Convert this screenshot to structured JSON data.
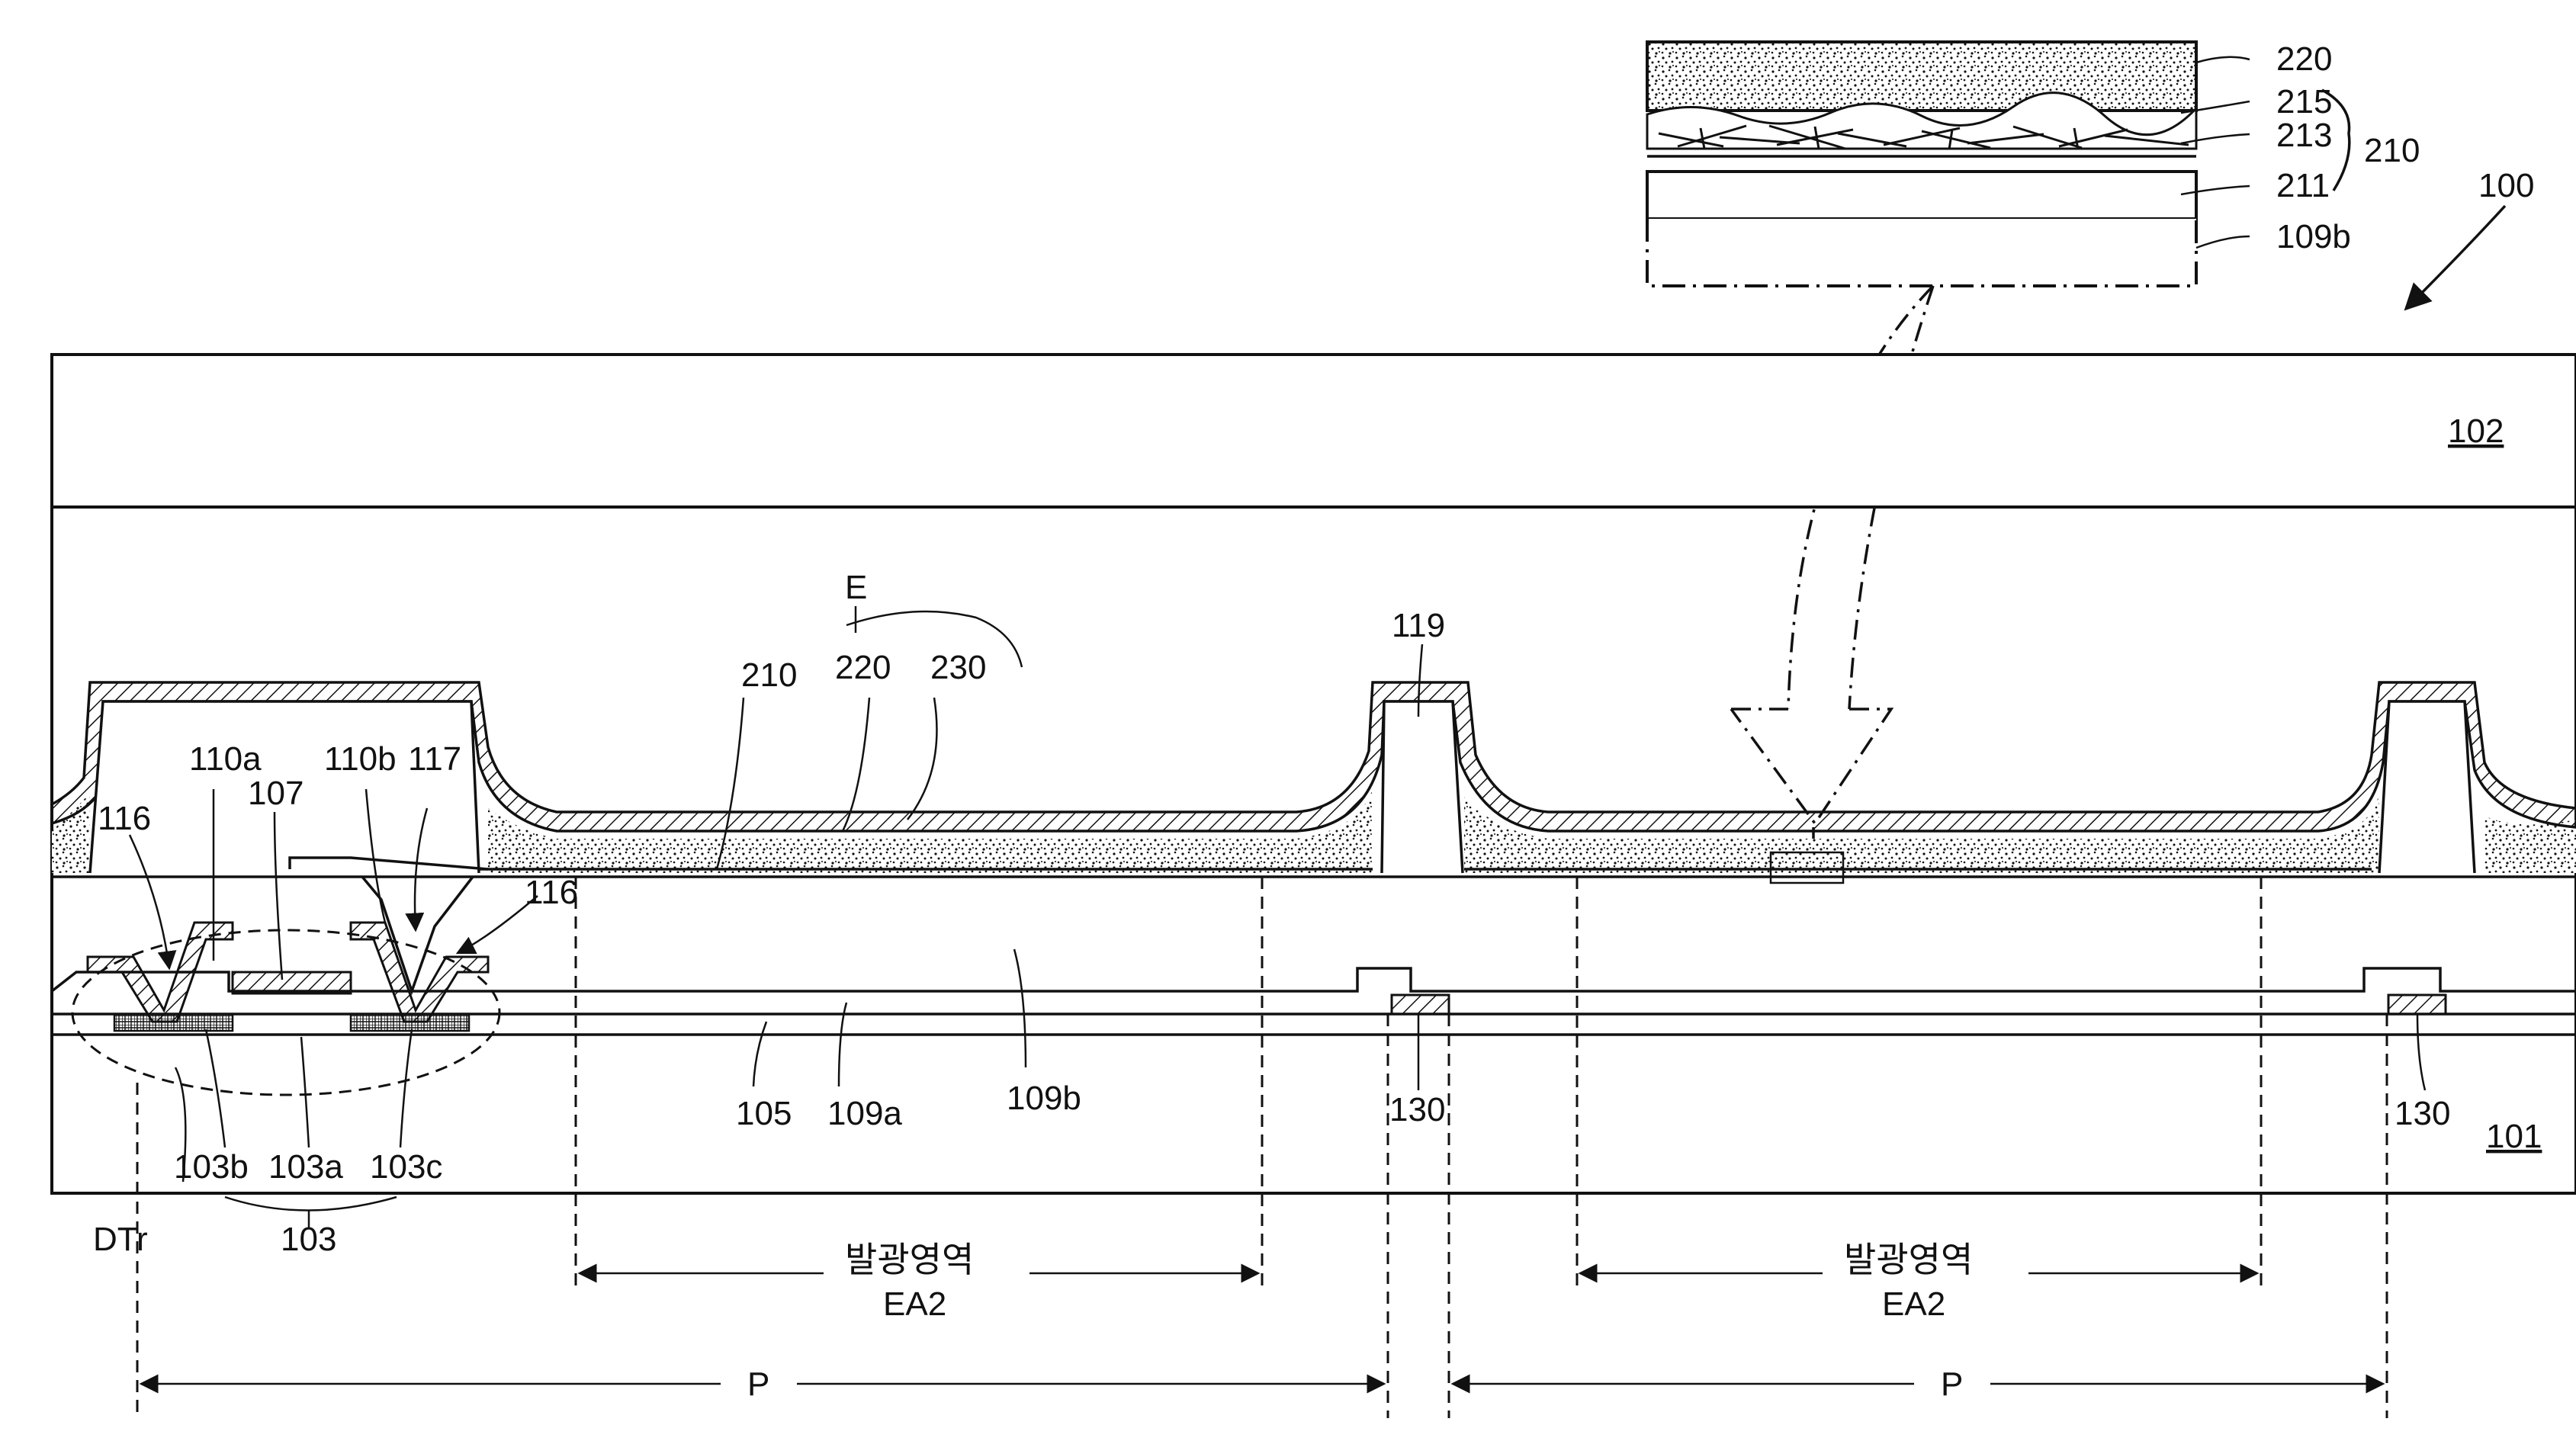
{
  "figure": {
    "device_ref": "100",
    "labels": {
      "top_substrate": "102",
      "bottom_substrate": "101",
      "emitting_element": "E",
      "electrode_210": "210",
      "organic_220": "220",
      "electrode_230": "230",
      "bank": "119",
      "gate_insulator": "105",
      "interlayer": "109a",
      "passivation": "109b",
      "source": "110a",
      "drain": "110b",
      "gate": "107",
      "contact_116_left": "116",
      "contact_116_right": "116",
      "drain_contact": "117",
      "semiconductor_b": "103b",
      "semiconductor_a": "103a",
      "semiconductor_c": "103c",
      "semiconductor": "103",
      "driving_tr": "DTr",
      "line_130_mid": "130",
      "line_130_right": "130",
      "pixel_left": "P",
      "pixel_right": "P",
      "emission_area_left_ko": "발광영역",
      "emission_area_left_en": "EA2",
      "emission_area_right_ko": "발광영역",
      "emission_area_right_en": "EA2"
    },
    "inset": {
      "layer_220": "220",
      "layer_215": "215",
      "layer_213": "213",
      "layer_211": "211",
      "layer_109b": "109b",
      "group_210": "210"
    }
  }
}
